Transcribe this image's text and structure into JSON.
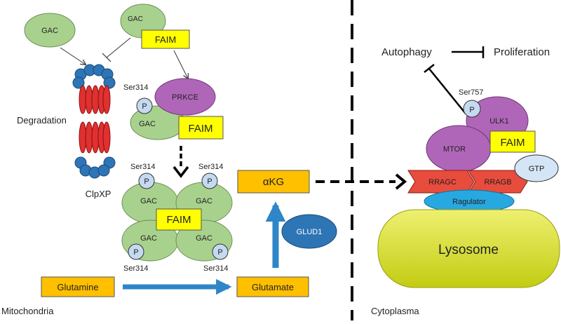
{
  "regions": {
    "mitochondria": "Mitochondria",
    "cytoplasma": "Cytoplasma"
  },
  "left": {
    "gac_free": "GAC",
    "gac_top": "GAC",
    "faim_top": "FAIM",
    "degradation": "Degradation",
    "clpxp": "ClpXP",
    "prkce": "PRKCE",
    "gac_complex": "GAC",
    "faim_complex": "FAIM",
    "ser314": "Ser314",
    "p": "P"
  },
  "tetramer": {
    "gac": "GAC",
    "faim": "FAIM",
    "ser314": "Ser314",
    "p": "P"
  },
  "metabolites": {
    "akg": "αKG",
    "glud1": "GLUD1",
    "glutamine": "Glutamine",
    "glutamate": "Glutamate"
  },
  "right": {
    "autophagy": "Autophagy",
    "proliferation": "Proliferation",
    "ser757": "Ser757",
    "p": "P",
    "ulk1": "ULK1",
    "mtor": "MTOR",
    "faim": "FAIM",
    "gtp": "GTP",
    "rragc": "RRAGC",
    "rragb": "RRAGB",
    "ragulator": "Ragulator",
    "lysosome": "Lysosome"
  },
  "colors": {
    "gac_green": "#a9d18e",
    "faim_yellow": "#ffff00",
    "prkce_purple": "#b066b8",
    "phospho_blue": "#c5daf0",
    "akg_orange": "#ffc000",
    "glud1_blue": "#2e75b6",
    "arrow_blue": "#2e86c8",
    "clpxp_red": "#e03030",
    "clpxp_blue": "#2e75b6",
    "rrag_red": "#e84c3d",
    "ragulator_blue": "#28a8e0",
    "lysosome_yellow": "#d4dc1a"
  }
}
